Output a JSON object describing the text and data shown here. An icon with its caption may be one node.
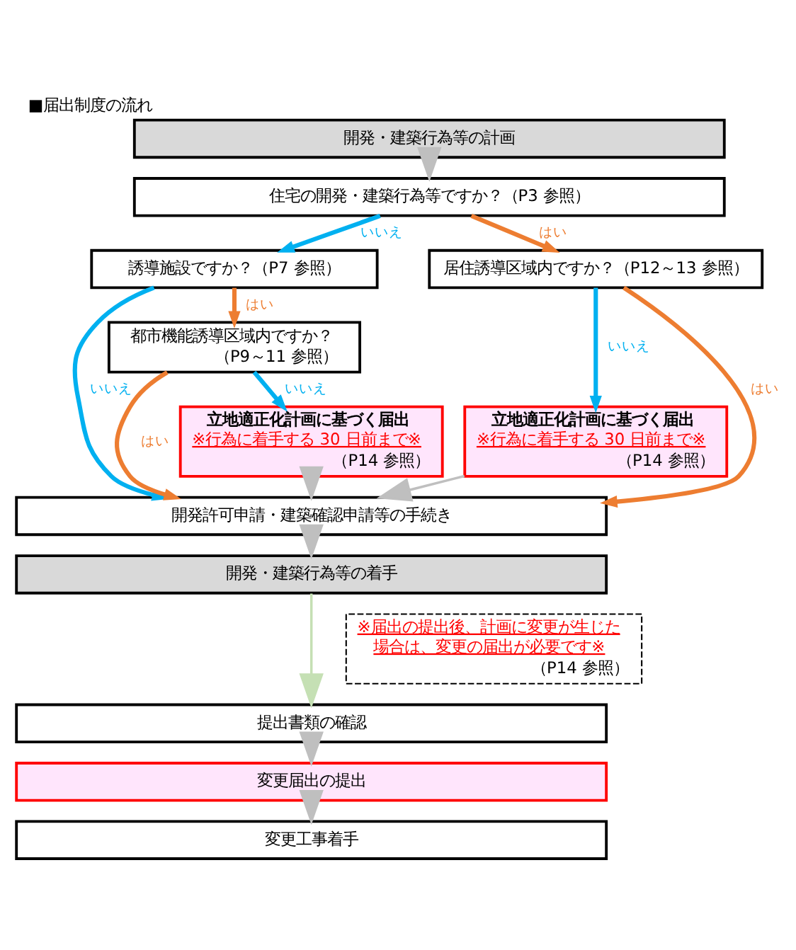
{
  "diagram": {
    "title": "■届出制度の流れ",
    "nodes": [
      {
        "text": [
          "開発・建築行為等の計画"
        ]
      },
      {
        "text": [
          "住宅の開発・建築行為等ですか？（P3 参照）"
        ]
      },
      {
        "text": [
          "誘導施設ですか？（P7 参照）"
        ]
      },
      {
        "text": [
          "居住誘導区域内ですか？（P12～13 参照）"
        ]
      },
      {
        "text": [
          "都市機能誘導区域内ですか？",
          "（P9～11 参照）"
        ]
      },
      {
        "text": [
          "立地適正化計画に基づく届出",
          "※行為に着手する 30 日前まで※",
          "（P14 参照）"
        ]
      },
      {
        "text": [
          "立地適正化計画に基づく届出",
          "※行為に着手する 30 日前まで※",
          "（P14 参照）"
        ]
      },
      {
        "text": [
          "開発許可申請・建築確認申請等の手続き"
        ]
      },
      {
        "text": [
          "開発・建築行為等の着手"
        ]
      },
      {
        "text": [
          "※届出の提出後、計画に変更が生じた場合は、変更の届出が必要です※",
          "（P14 参照）"
        ]
      },
      {
        "text": [
          "提出書類の確認"
        ]
      },
      {
        "text": [
          "変更届出の提出"
        ]
      },
      {
        "text": [
          "変更工事着手"
        ]
      }
    ],
    "edges": [
      {
        "from": 0,
        "to": 1,
        "arrow": "to",
        "color": "#bfbfbf"
      },
      {
        "from": 1,
        "to": 2,
        "arrow": "to",
        "label": "いいえ",
        "color": "#00b0f0"
      },
      {
        "from": 1,
        "to": 3,
        "arrow": "to",
        "label": "はい",
        "color": "#ed7d31"
      },
      {
        "from": 2,
        "to": 7,
        "arrow": "to",
        "label": "いいえ",
        "color": "#00b0f0"
      },
      {
        "from": 2,
        "to": 4,
        "arrow": "to",
        "label": "はい",
        "color": "#ed7d31"
      },
      {
        "from": 3,
        "to": 5,
        "arrow": "to",
        "label": "いいえ",
        "color": "#00b0f0"
      },
      {
        "from": 3,
        "to": 7,
        "arrow": "to",
        "label": "はい",
        "color": "#ed7d31"
      },
      {
        "from": 4,
        "to": 7,
        "arrow": "to",
        "label": "はい",
        "color": "#ed7d31"
      },
      {
        "from": 4,
        "to": 6,
        "arrow": "to",
        "label": "いいえ",
        "color": "#00b0f0"
      },
      {
        "from": 6,
        "to": 7,
        "arrow": "to",
        "color": "#bfbfbf"
      },
      {
        "from": 5,
        "to": 7,
        "arrow": "to",
        "color": "#bfbfbf"
      },
      {
        "from": 7,
        "to": 8,
        "arrow": "to",
        "color": "#bfbfbf"
      },
      {
        "from": 8,
        "to": 10,
        "arrow": "to",
        "color": "#c5e0b4"
      },
      {
        "from": 10,
        "to": 11,
        "arrow": "to",
        "color": "#bfbfbf"
      },
      {
        "from": 11,
        "to": 12,
        "arrow": "to",
        "color": "#bfbfbf"
      }
    ]
  }
}
